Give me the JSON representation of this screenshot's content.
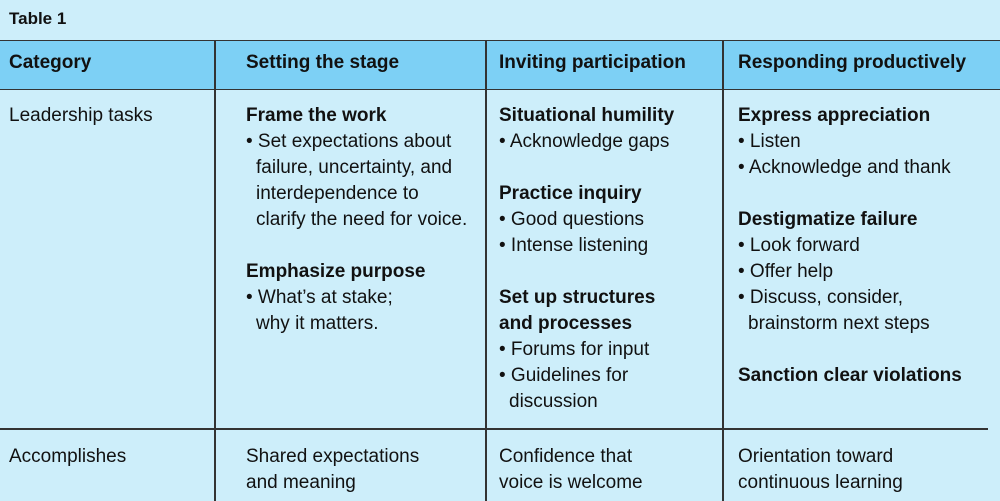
{
  "caption": "Table 1",
  "headers": [
    "Category",
    "Setting the stage",
    "Inviting participation",
    "Responding productively"
  ],
  "rows": [
    {
      "category": "Leadership tasks",
      "cells": [
        [
          {
            "title": [
              "Frame the work"
            ],
            "bullets": [
              [
                "• Set expectations about",
                "failure, uncertainty, and",
                "interdependence to",
                "clarify the need for voice."
              ]
            ]
          },
          {
            "title": [
              "Emphasize purpose"
            ],
            "bullets": [
              [
                "• What’s at stake;",
                "why it matters."
              ]
            ]
          }
        ],
        [
          {
            "title": [
              "Situational humility"
            ],
            "bullets": [
              [
                "• Acknowledge gaps"
              ]
            ]
          },
          {
            "title": [
              "Practice inquiry"
            ],
            "bullets": [
              [
                "• Good questions"
              ],
              [
                "• Intense listening"
              ]
            ]
          },
          {
            "title": [
              "Set up structures",
              "and processes"
            ],
            "bullets": [
              [
                "• Forums for input"
              ],
              [
                "• Guidelines for",
                "discussion"
              ]
            ]
          }
        ],
        [
          {
            "title": [
              "Express appreciation"
            ],
            "bullets": [
              [
                "• Listen"
              ],
              [
                "• Acknowledge and thank"
              ]
            ]
          },
          {
            "title": [
              "Destigmatize failure"
            ],
            "bullets": [
              [
                "• Look forward"
              ],
              [
                "• Offer help"
              ],
              [
                "• Discuss, consider,",
                "brainstorm next steps"
              ]
            ]
          },
          {
            "title": [
              "Sanction clear violations"
            ],
            "bullets": []
          }
        ]
      ]
    },
    {
      "category": "Accomplishes",
      "cells": [
        "Shared expectations\nand meaning",
        "Confidence that\nvoice is welcome",
        "Orientation toward\ncontinuous learning"
      ]
    }
  ]
}
